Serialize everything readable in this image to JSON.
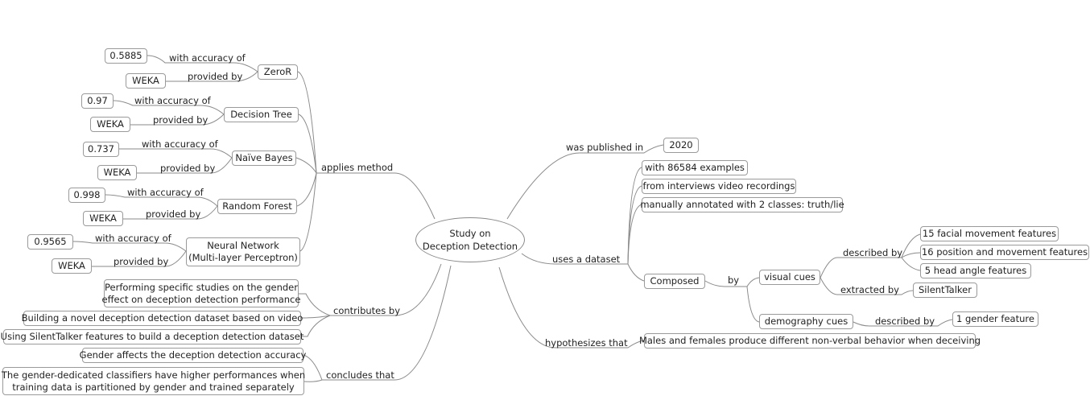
{
  "center": {
    "line1": "Study on",
    "line2": "Deception Detection"
  },
  "relations": {
    "applies_method": "applies method",
    "contributes_by": "contributes by",
    "concludes_that": "concludes that",
    "was_published_in": "was published in",
    "uses_a_dataset": "uses a dataset",
    "hypothesizes_that": "hypothesizes that"
  },
  "methods": [
    {
      "name": "ZeroR",
      "accuracy_label": "with accuracy of",
      "accuracy": "0.5885",
      "provider_label": "provided by",
      "provider": "WEKA"
    },
    {
      "name": "Decision Tree",
      "accuracy_label": "with accuracy of",
      "accuracy": "0.97",
      "provider_label": "provided by",
      "provider": "WEKA"
    },
    {
      "name": "Naïve Bayes",
      "accuracy_label": "with accuracy of",
      "accuracy": "0.737",
      "provider_label": "provided by",
      "provider": "WEKA"
    },
    {
      "name": "Random Forest",
      "accuracy_label": "with accuracy of",
      "accuracy": "0.998",
      "provider_label": "provided by",
      "provider": "WEKA"
    },
    {
      "name_line1": "Neural Network",
      "name_line2": "(Multi-layer Perceptron)",
      "accuracy_label": "with accuracy of",
      "accuracy": "0.9565",
      "provider_label": "provided by",
      "provider": "WEKA"
    }
  ],
  "contributions": [
    {
      "line1": "Performing specific studies on the gender",
      "line2": "effect on deception detection performance"
    },
    {
      "line1": "Building a novel deception detection dataset based on video"
    },
    {
      "line1": "Using SilentTalker features to build a deception detection dataset"
    }
  ],
  "conclusions": [
    {
      "line1": "Gender affects the deception detection accuracy"
    },
    {
      "line1": "The gender-dedicated classifiers have higher performances when",
      "line2": "training data is partitioned by gender and trained separately"
    }
  ],
  "published_year": "2020",
  "dataset": {
    "examples": "with 86584 examples",
    "source": "from interviews video recordings",
    "annotation": "manually annotated with 2 classes: truth/lie",
    "composed": "Composed",
    "by_label": "by",
    "visual_cues": "visual cues",
    "described_by": "described by",
    "facial": "15 facial movement features",
    "position": "16 position and movement features",
    "head": "5 head angle features",
    "extracted_by": "extracted by",
    "silenttalker": "SilentTalker",
    "demography_cues": "demography  cues",
    "demography_described_by": "described by",
    "gender_feature": "1 gender feature"
  },
  "hypothesis": "Males and females produce different non-verbal behavior when deceiving"
}
